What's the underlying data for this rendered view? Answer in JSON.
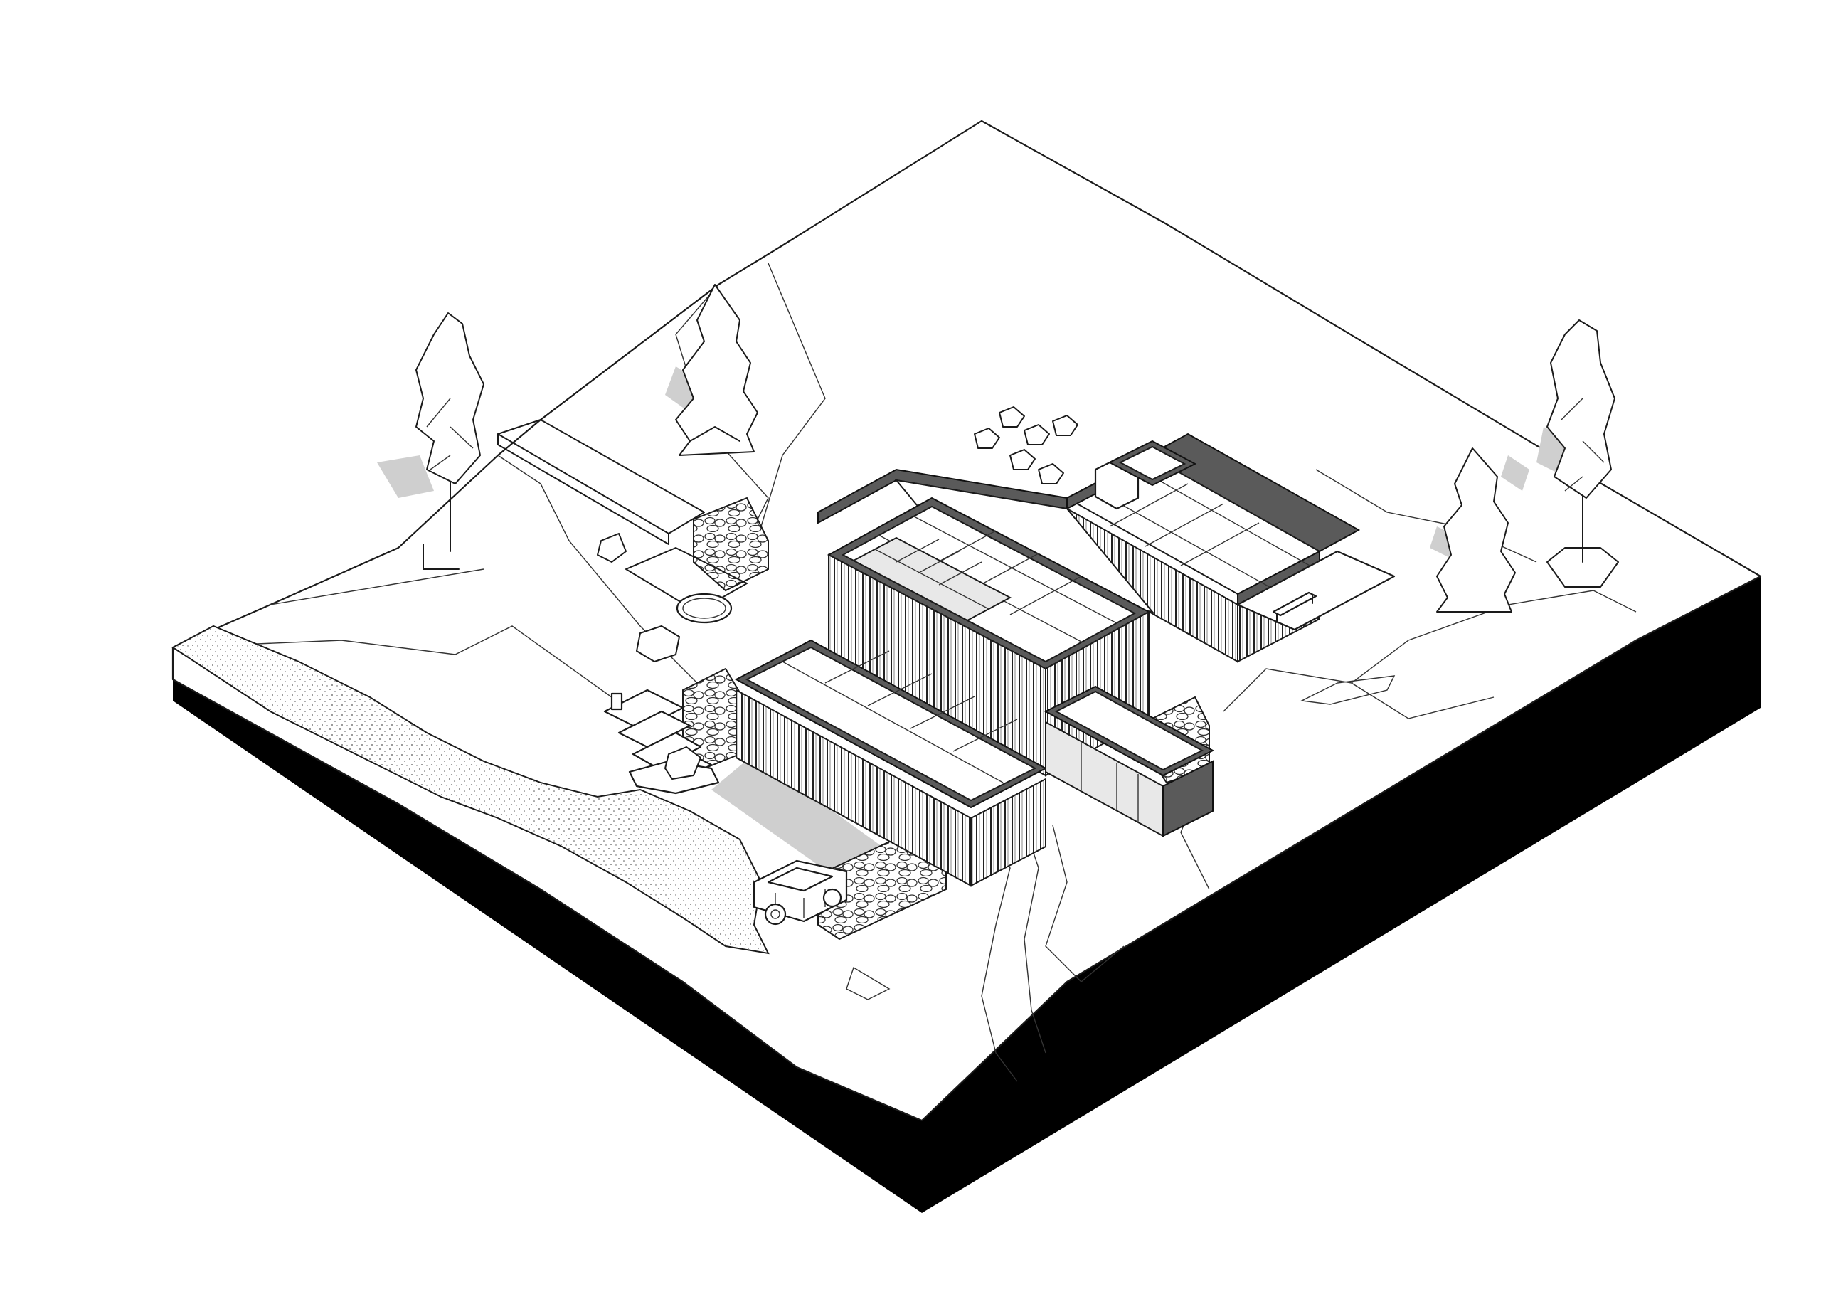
{
  "diagram": {
    "kind": "axonometric site drawing",
    "colors": {
      "ground_section": "#000000",
      "line": "#1a1a1a",
      "cladding": "#5a5a5a",
      "shadow": "#cfcfcf",
      "background": "#ffffff"
    },
    "elements": [
      "terrain-block",
      "house",
      "driveway",
      "stone-walls",
      "stairs",
      "vehicle",
      "trees",
      "pool",
      "bench"
    ]
  }
}
